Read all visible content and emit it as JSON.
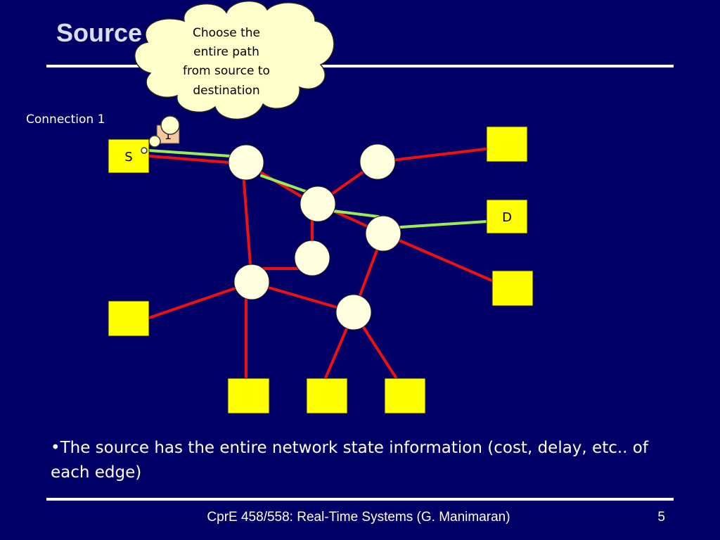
{
  "slide": {
    "title": "Source",
    "callout": [
      "Choose the",
      "entire path",
      "from source to",
      "destination"
    ],
    "connection_label": "Connection 1",
    "packet_label": "1",
    "node_labels": {
      "source": "S",
      "destination": "D"
    },
    "bullet": "•The source has the entire network state information (cost, delay, etc.. of each edge)",
    "footer": "CprE 458/558: Real-Time Systems (G. Manimaran)",
    "page_number": "5"
  },
  "colors": {
    "background": "#000066",
    "host": "#ffff00",
    "router": "#ffffe0",
    "link": "#ee1111",
    "path": "#99ee55",
    "callout": "#ffffcc",
    "packet": "#f5c8a0"
  }
}
